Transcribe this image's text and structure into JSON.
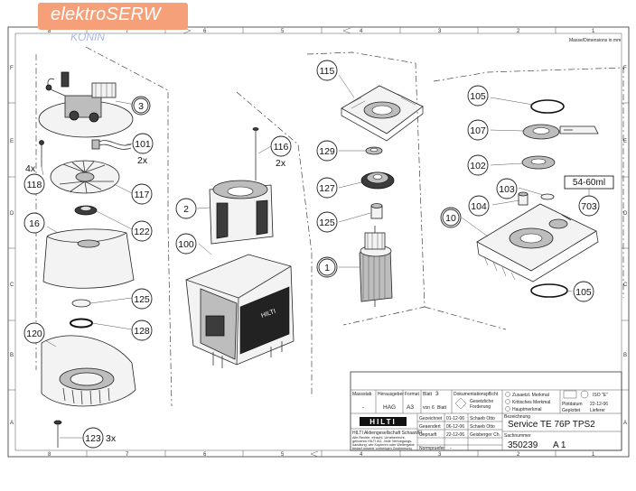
{
  "watermark": {
    "brand": "elektroSERW",
    "city": "KONIN",
    "color": "#f6a07a"
  },
  "sheet": {
    "units_note": "Masse/Dimensions in mm",
    "top_columns": [
      "8",
      "7",
      "6",
      "5",
      "4",
      "3",
      "2",
      "1"
    ],
    "bottom_columns": [
      "8",
      "7",
      "6",
      "5",
      "4",
      "3",
      "2",
      "1"
    ],
    "rows": [
      "F",
      "E",
      "D",
      "C",
      "B",
      "A"
    ]
  },
  "callouts": [
    {
      "id": "c3",
      "label": "3"
    },
    {
      "id": "c101",
      "label": "101",
      "qty": "2x"
    },
    {
      "id": "c118",
      "label": "118",
      "qty": "4x"
    },
    {
      "id": "c117",
      "label": "117"
    },
    {
      "id": "c122",
      "label": "122"
    },
    {
      "id": "c16",
      "label": "16"
    },
    {
      "id": "c125a",
      "label": "125"
    },
    {
      "id": "c128",
      "label": "128"
    },
    {
      "id": "c120",
      "label": "120"
    },
    {
      "id": "c123",
      "label": "123",
      "qty": "3x"
    },
    {
      "id": "c116",
      "label": "116",
      "qty": "2x"
    },
    {
      "id": "c2",
      "label": "2"
    },
    {
      "id": "c100",
      "label": "100"
    },
    {
      "id": "c115",
      "label": "115"
    },
    {
      "id": "c129",
      "label": "129"
    },
    {
      "id": "c127",
      "label": "127"
    },
    {
      "id": "c125b",
      "label": "125"
    },
    {
      "id": "c1",
      "label": "1"
    },
    {
      "id": "c105a",
      "label": "105"
    },
    {
      "id": "c107",
      "label": "107"
    },
    {
      "id": "c102",
      "label": "102"
    },
    {
      "id": "c103",
      "label": "103"
    },
    {
      "id": "c104",
      "label": "104"
    },
    {
      "id": "c10",
      "label": "10"
    },
    {
      "id": "c703",
      "label": "703"
    },
    {
      "id": "c105b",
      "label": "105"
    }
  ],
  "grease_box": "54-60ml",
  "product_brand": "HILTI",
  "title_block": {
    "massstab_label": "Massstab",
    "massstab": "-",
    "herausgeber_label": "Herausgeber",
    "herausgeber": "HAG",
    "format_label": "Format",
    "format": "A3",
    "blatt_label": "Blatt",
    "blatt": "3",
    "von_label": "von",
    "von": "6",
    "blatt_suffix": "Blatt",
    "doc_label": "Dokumentationspflicht",
    "gesetz_1": "Gesetzliche",
    "gesetz_2": "Forderung",
    "mark_1": "Zusaetzl. Merkmal",
    "mark_2": "Kritisches Merkmal",
    "mark_3": "Hauptmerkmal",
    "iso": "ISO \"E\"",
    "plotdatum_label": "Plotdatum",
    "plotdatum": "22-12-06",
    "geplottet_label": "Geplottet",
    "geplottet": "Lieferer",
    "gezeichnet_label": "Gezeichnet",
    "gezeichnet_date": "01-12-06",
    "gezeichnet_name": "Schaeb Otto",
    "geaendert_label": "Geaendert",
    "geaendert_date": "06-12-06",
    "geaendert_name": "Schaeb Otto",
    "geprueft_label": "Geprueft",
    "geprueft_date": "22-12-06",
    "geprueft_name": "Geisberger Ch.",
    "normpruefer_label": "Normpruefer",
    "normpruefer_value": "-",
    "company": "HILTI Aktiengesellschaft Schaan/FL",
    "copyright_1": "Alle Rechte, einschl. Urheberrecht,",
    "copyright_2": "gehoeren HILTI AG. Jede Verfuegungs-",
    "copyright_3": "handlung, wie Kopieren oder Weitergabe",
    "copyright_4": "bedarf unserer vorherigen Zustimmung",
    "benennung_label": "Bezeichnung",
    "benennung": "Service TE 76P TPS2",
    "sachnummer_label": "Sachnummer",
    "sachnummer": "350239",
    "index": "A 1"
  }
}
